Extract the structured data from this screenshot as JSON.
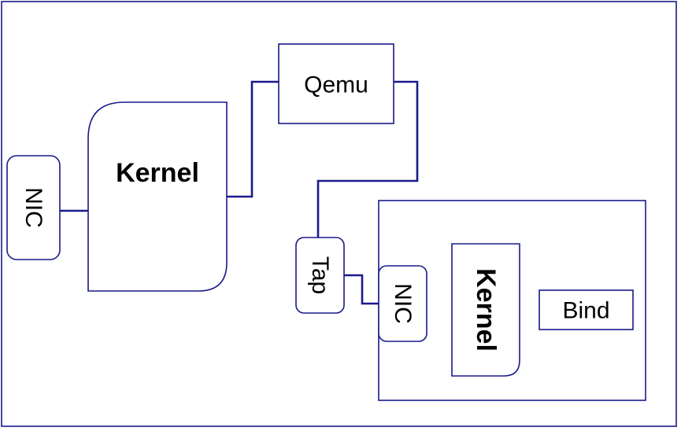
{
  "diagram": {
    "host_nic_label": "NIC",
    "host_kernel_label": "Kernel",
    "qemu_label": "Qemu",
    "tap_label": "Tap",
    "guest_nic_label": "NIC",
    "guest_kernel_label": "Kernel",
    "bind_label": "Bind"
  },
  "colors": {
    "stroke": "#1a1a8c",
    "background": "#ffffff"
  }
}
